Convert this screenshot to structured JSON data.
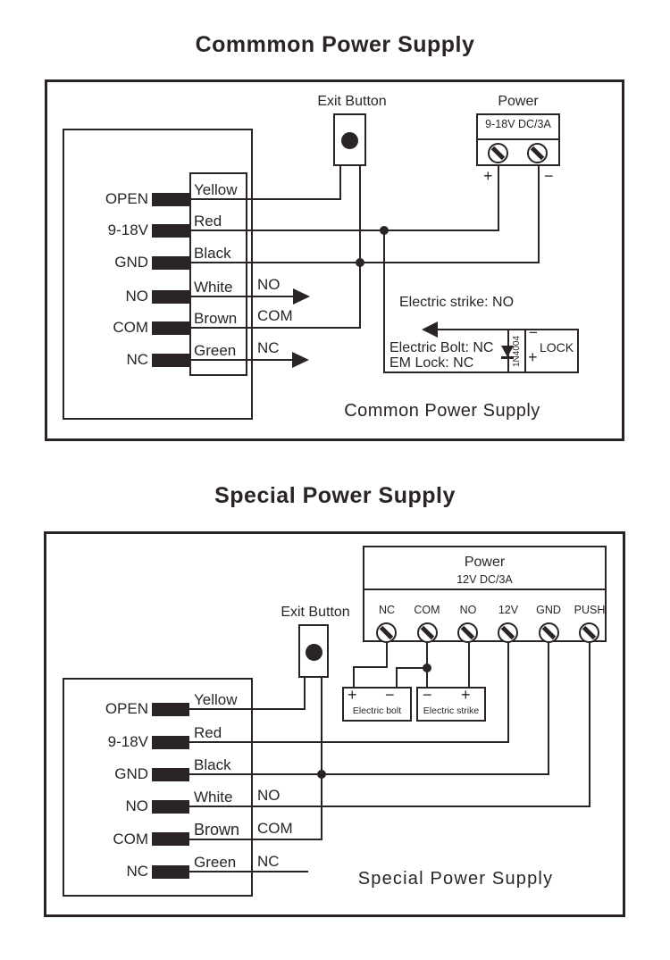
{
  "diagram1": {
    "title": "Commmon Power Supply",
    "exit_button": "Exit Button",
    "power": {
      "label": "Power",
      "rating": "9-18V DC/3A",
      "plus": "+",
      "minus": "−"
    },
    "pins": [
      {
        "name": "OPEN",
        "color": "Yellow"
      },
      {
        "name": "9-18V",
        "color": "Red"
      },
      {
        "name": "GND",
        "color": "Black"
      },
      {
        "name": "NO",
        "color": "White"
      },
      {
        "name": "COM",
        "color": "Brown"
      },
      {
        "name": "NC",
        "color": "Green"
      }
    ],
    "outputs": {
      "no": "NO",
      "com": "COM",
      "nc": "NC"
    },
    "notes": {
      "strike": "Electric strike: NO",
      "bolt": "Electric Bolt: NC",
      "em_lock": "EM Lock: NC"
    },
    "lock": {
      "diode": "1N4004",
      "minus": "−",
      "plus": "+",
      "label": "LOCK"
    },
    "caption": "Common Power Supply"
  },
  "diagram2": {
    "title": "Special Power Supply",
    "exit_button": "Exit Button",
    "power": {
      "label": "Power",
      "rating": "12V DC/3A",
      "terminals": [
        "NC",
        "COM",
        "NO",
        "12V",
        "GND",
        "PUSH"
      ]
    },
    "devices": [
      {
        "label": "Electric bolt",
        "left_sign": "+",
        "right_sign": "−"
      },
      {
        "label": "Electric strike",
        "left_sign": "−",
        "right_sign": "+"
      }
    ],
    "pins": [
      {
        "name": "OPEN",
        "color": "Yellow"
      },
      {
        "name": "9-18V",
        "color": "Red"
      },
      {
        "name": "GND",
        "color": "Black"
      },
      {
        "name": "NO",
        "color": "White"
      },
      {
        "name": "COM",
        "color": "Brown"
      },
      {
        "name": "NC",
        "color": "Green"
      }
    ],
    "outputs": {
      "no": "NO",
      "com": "COM",
      "nc": "NC"
    },
    "caption": "Special Power Supply"
  }
}
